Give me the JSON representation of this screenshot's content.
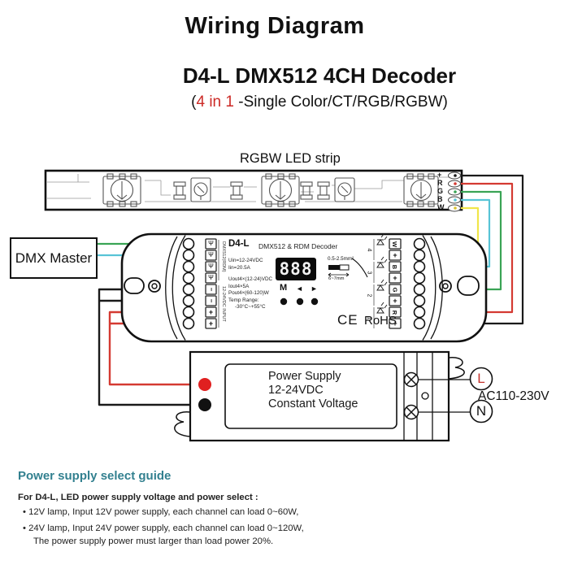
{
  "header": {
    "title": "Wiring Diagram",
    "model_title": "D4-L DMX512 4CH Decoder",
    "subtitle_prefix": "(",
    "subtitle_highlight": "4 in 1",
    "subtitle_rest": " -Single Color/CT/RGB/RGBW)"
  },
  "led_strip": {
    "label": "RGBW LED strip",
    "terminals": [
      "+",
      "R",
      "G",
      "B",
      "W"
    ]
  },
  "dmx_master": {
    "label": "DMX Master"
  },
  "decoder": {
    "model": "D4-L",
    "name": "DMX512 & RDM Decoder",
    "display_value": "888",
    "buttons": [
      "M",
      "◄",
      "►"
    ],
    "specs_input": [
      "Uin=12-24VDC",
      "Iin=20.5A"
    ],
    "specs_output": [
      "Uout4×(12-24)VDC",
      "Iout4×5A",
      "Pout4×(60-120)W",
      "Temp Range:",
      "-30°C~+55°C"
    ],
    "wire_gauge": {
      "range": "0.5-2.5mm²",
      "strip_length": "6~7mm"
    },
    "cert_ce": "CE",
    "cert_rohs": "RoHS",
    "left_terminals": {
      "group_label_dmx": "DMX512(RDM)",
      "group_label_power": "12-24VDC INPUT",
      "dmx_symbol": "Ψ",
      "minus_symbol": "−",
      "plus_symbol": "+"
    },
    "output_channels": [
      {
        "num": "4",
        "letter": "W"
      },
      {
        "num": "3",
        "letter": "B"
      },
      {
        "num": "2",
        "letter": "G"
      },
      {
        "num": "1",
        "letter": "R"
      }
    ],
    "plus_symbol": "+"
  },
  "power_supply": {
    "lines": [
      "Power Supply",
      "12-24VDC",
      "Constant Voltage"
    ],
    "l_label": "L",
    "n_label": "N",
    "ac_label": "AC110-230V"
  },
  "guide": {
    "heading": "Power supply select guide",
    "intro": "For D4-L, LED power supply voltage and power select :",
    "bullet_char": "•",
    "bullets": [
      "12V lamp, Input 12V power supply, each channel can load 0~60W,",
      "24V lamp, Input 24V power supply, each channel can load 0~120W,"
    ],
    "note": "The power supply power must larger than load power 20%."
  },
  "colors": {
    "wire_black": "#1a1a1a",
    "wire_red": "#d43a32",
    "wire_green": "#3aa455",
    "wire_cyan": "#58c4d6",
    "wire_yellow": "#f0e64a",
    "dot_red": "#e02020",
    "dot_black": "#111111",
    "accent_teal": "#32808f",
    "highlight_red": "#cc2a26",
    "l_letter_red": "#c4342e"
  }
}
